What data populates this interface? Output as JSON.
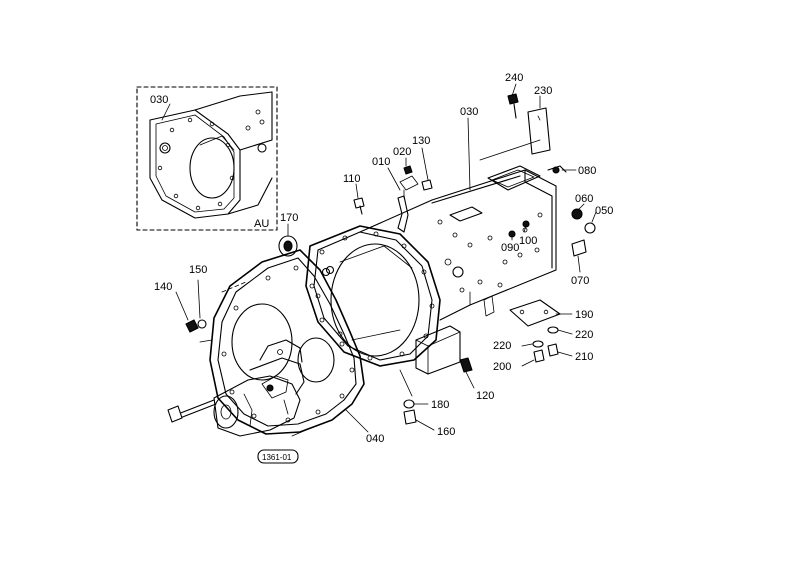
{
  "diagram": {
    "callouts": [
      {
        "id": "c030a",
        "label": "030"
      },
      {
        "id": "cAU",
        "label": "AU"
      },
      {
        "id": "c240",
        "label": "240"
      },
      {
        "id": "c230",
        "label": "230"
      },
      {
        "id": "c030b",
        "label": "030"
      },
      {
        "id": "c130",
        "label": "130"
      },
      {
        "id": "c020",
        "label": "020"
      },
      {
        "id": "c010",
        "label": "010"
      },
      {
        "id": "c110",
        "label": "110"
      },
      {
        "id": "c080",
        "label": "080"
      },
      {
        "id": "c060",
        "label": "060"
      },
      {
        "id": "c050",
        "label": "050"
      },
      {
        "id": "c090",
        "label": "090"
      },
      {
        "id": "c100",
        "label": "100"
      },
      {
        "id": "c070",
        "label": "070"
      },
      {
        "id": "c170",
        "label": "170"
      },
      {
        "id": "c150",
        "label": "150"
      },
      {
        "id": "c140",
        "label": "140"
      },
      {
        "id": "c190",
        "label": "190"
      },
      {
        "id": "c220a",
        "label": "220"
      },
      {
        "id": "c220b",
        "label": "220"
      },
      {
        "id": "c210",
        "label": "210"
      },
      {
        "id": "c200",
        "label": "200"
      },
      {
        "id": "c120",
        "label": "120"
      },
      {
        "id": "c180",
        "label": "180"
      },
      {
        "id": "c160",
        "label": "160"
      },
      {
        "id": "c040",
        "label": "040"
      }
    ],
    "figure_code": "1361-01"
  }
}
